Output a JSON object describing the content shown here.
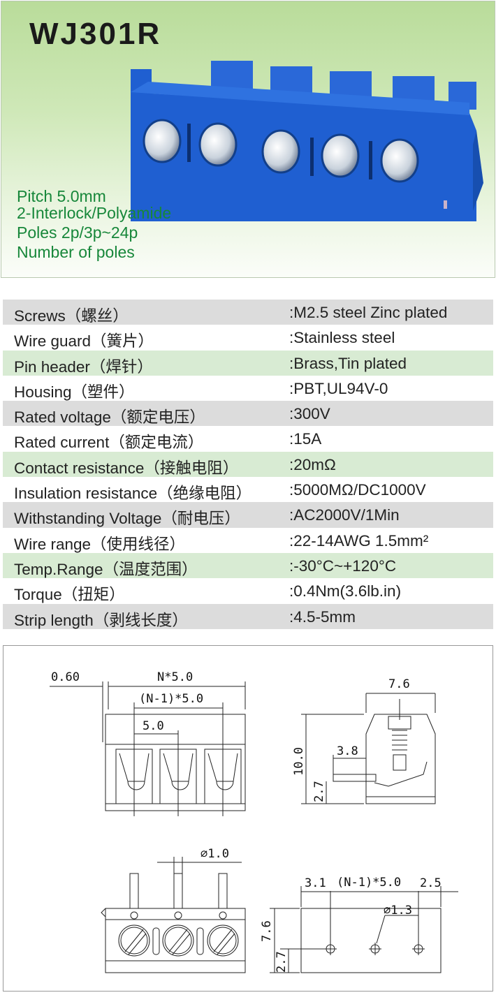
{
  "header": {
    "model": "WJ301R",
    "features": [
      "Pitch 5.0mm",
      "2-Interlock/Polyamide",
      "Poles  2p/3p~24p",
      "Number of poles"
    ]
  },
  "colors": {
    "feature_text": "#17873a",
    "housing_blue": "#1f5fd1",
    "row_gray": "#dcdcdc",
    "row_green": "#d8ebd3"
  },
  "specs": [
    {
      "label": "Screws（螺丝）",
      "value": ":M2.5 steel Zinc plated"
    },
    {
      "label": "Wire guard（簧片）",
      "value": ":Stainless steel"
    },
    {
      "label": "Pin header（焊针）",
      "value": ":Brass,Tin plated"
    },
    {
      "label": "Housing（塑件）",
      "value": ":PBT,UL94V-0"
    },
    {
      "label": "Rated voltage（额定电压）",
      "value": ":300V"
    },
    {
      "label": "Rated current（额定电流）",
      "value": ":15A"
    },
    {
      "label": "Contact resistance（接触电阻）",
      "value": ":20mΩ"
    },
    {
      "label": "Insulation resistance（绝缘电阻）",
      "value": ":5000MΩ/DC1000V"
    },
    {
      "label": "Withstanding Voltage（耐电压）",
      "value": ":AC2000V/1Min"
    },
    {
      "label": "Wire range（使用线径）",
      "value": ":22-14AWG  1.5mm²"
    },
    {
      "label": "Temp.Range（温度范围）",
      "value": ":-30°C~+120°C"
    },
    {
      "label": "Torque（扭矩）",
      "value": ":0.4Nm(3.6lb.in)"
    },
    {
      "label": "Strip length（剥线长度）",
      "value": ":4.5-5mm"
    }
  ],
  "drawing": {
    "front": {
      "offset": "0.60",
      "total": "N*5.0",
      "span": "(N-1)*5.0",
      "pitch": "5.0"
    },
    "side": {
      "width": "7.6",
      "height": "10.0",
      "pin_len": "3.8",
      "pin_h": "2.7"
    },
    "bottom": {
      "pin_dia": "∅1.0"
    },
    "footprint": {
      "left": "3.1",
      "span": "(N-1)*5.0",
      "right": "2.5",
      "hole_dia": "∅1.3",
      "depth": "7.6",
      "hole_y": "2.7"
    }
  }
}
